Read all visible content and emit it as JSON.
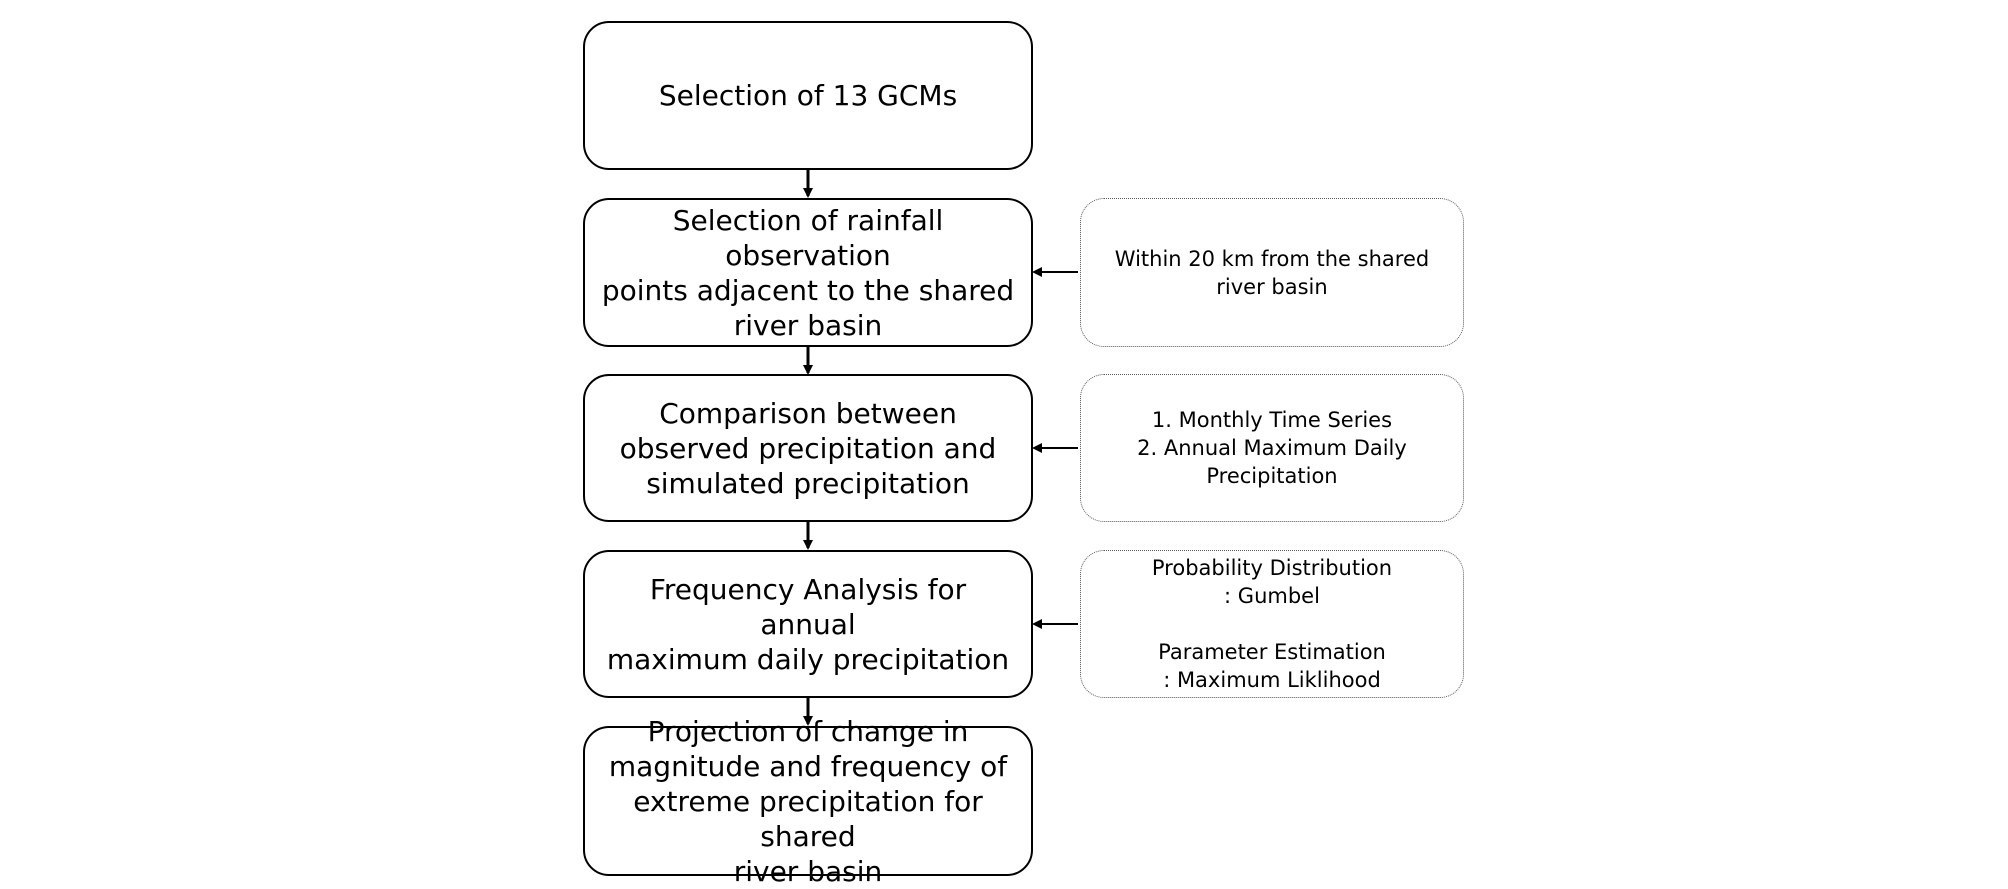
{
  "steps": [
    {
      "text": "Selection of 13 GCMs"
    },
    {
      "text": "Selection of rainfall observation\npoints adjacent to the shared\nriver basin"
    },
    {
      "text": "Comparison between\nobserved precipitation and\nsimulated precipitation"
    },
    {
      "text": "Frequency Analysis for annual\nmaximum daily precipitation"
    },
    {
      "text": "Projection of change in\nmagnitude and frequency of\nextreme precipitation for shared\nriver basin"
    }
  ],
  "notes": [
    {
      "text": "Within 20 km from the shared\nriver basin"
    },
    {
      "text": "1. Monthly Time Series\n2. Annual Maximum Daily\nPrecipitation"
    },
    {
      "text": "Probability Distribution\n: Gumbel\n\nParameter Estimation\n: Maximum Liklihood"
    }
  ],
  "colors": {
    "box_border": "#000000",
    "note_border": "#555555",
    "arrow": "#000000",
    "background": "#ffffff"
  }
}
